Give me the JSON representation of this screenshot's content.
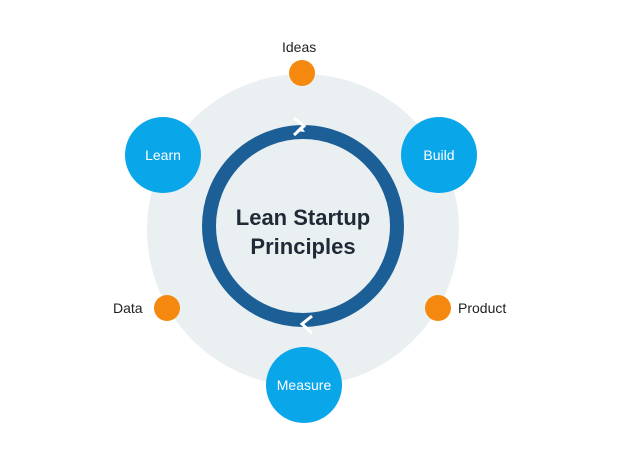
{
  "title": {
    "line1": "Lean Startup",
    "line2": "Principles"
  },
  "stages": {
    "learn": "Learn",
    "build": "Build",
    "measure": "Measure"
  },
  "outputs": {
    "ideas": "Ideas",
    "product": "Product",
    "data": "Data"
  },
  "colors": {
    "background_disc": "#eaeff2",
    "cycle_ring": "#1c5f96",
    "stage_circle": "#0aa6ea",
    "output_dot": "#f5890f",
    "title_text": "#1f2a36"
  }
}
